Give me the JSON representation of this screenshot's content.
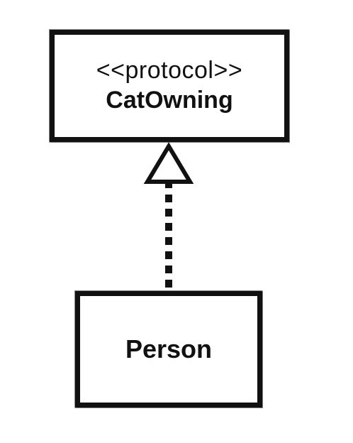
{
  "diagram": {
    "type": "uml-class-diagram",
    "protocol_box": {
      "stereotype": "<<protocol>>",
      "name": "CatOwning"
    },
    "class_box": {
      "name": "Person"
    },
    "relationship": {
      "kind": "realization",
      "from": "Person",
      "to": "CatOwning",
      "line_style": "dashed",
      "arrowhead": "hollow-triangle"
    },
    "colors": {
      "stroke": "#111111",
      "background": "#ffffff"
    }
  }
}
